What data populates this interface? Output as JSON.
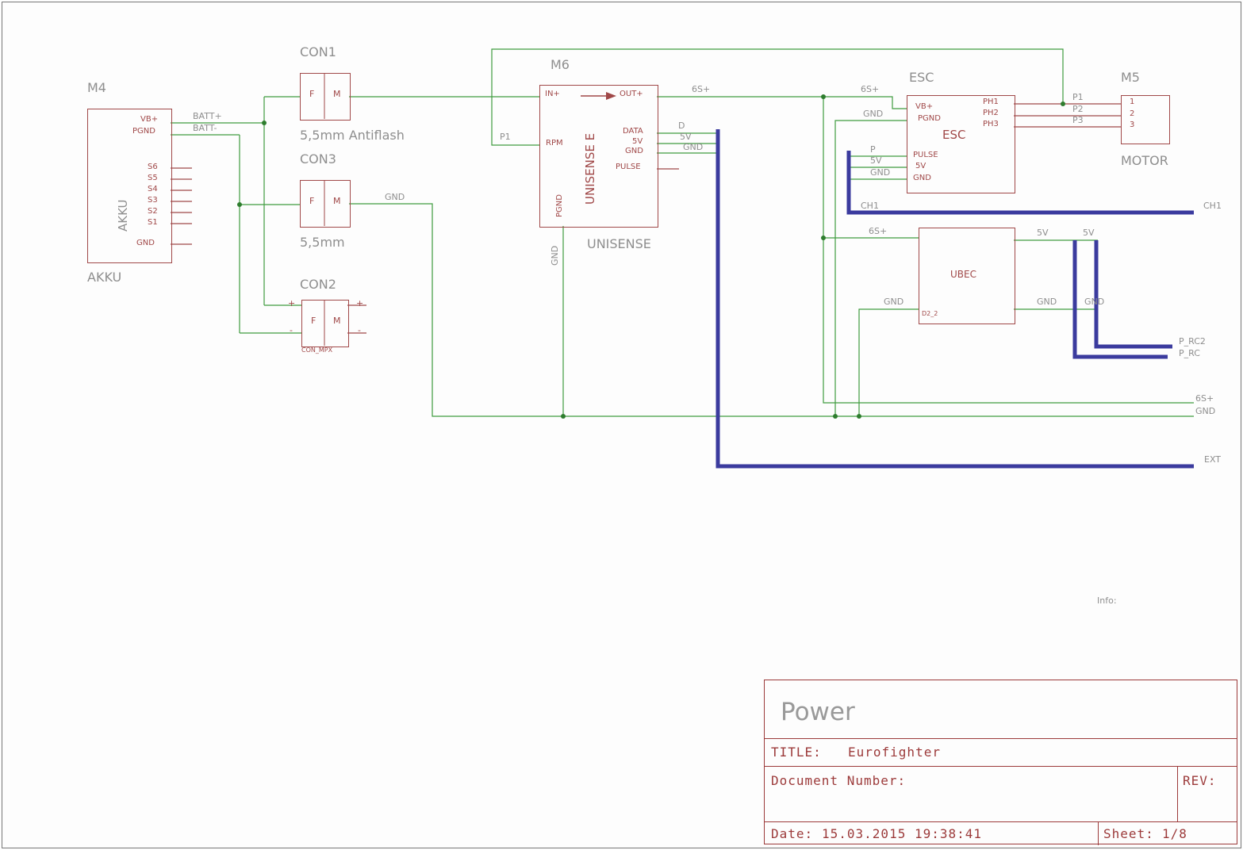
{
  "colors": {
    "wire_green": "#3f9b3f",
    "bus_blue": "#3b3b9e",
    "component_maroon": "#a04848",
    "label_gray": "#8e8e8e",
    "junction_green": "#2e7d2e",
    "frame_maroon": "#9c3a3a"
  },
  "components": {
    "akku": {
      "ref": "M4",
      "name": "AKKU",
      "inner_label": "AKKU",
      "pins": {
        "vb": "VB+",
        "pgnd": "PGND",
        "s6": "S6",
        "s5": "S5",
        "s4": "S4",
        "s3": "S3",
        "s2": "S2",
        "s1": "S1",
        "gnd": "GND"
      }
    },
    "con1": {
      "ref": "CON1",
      "value": "5,5mm Antiflash",
      "f": "F",
      "m": "M"
    },
    "con3": {
      "ref": "CON3",
      "value": "5,5mm",
      "f": "F",
      "m": "M"
    },
    "con2": {
      "ref": "CON2",
      "value": "CON_MPX",
      "f": "F",
      "m": "M",
      "plus": "+",
      "minus": "-"
    },
    "unisense": {
      "ref": "M6",
      "name": "UNISENSE",
      "inner_label": "UNISENSE E",
      "pins": {
        "in": "IN+",
        "out": "OUT+",
        "rpm": "RPM",
        "data": "DATA",
        "v5": "5V",
        "gnd": "GND",
        "pulse": "PULSE",
        "pgnd": "PGND"
      }
    },
    "esc": {
      "ref": "ESC",
      "inner_label": "ESC",
      "pins": {
        "vb": "VB+",
        "pgnd": "PGND",
        "ph1": "PH1",
        "ph2": "PH2",
        "ph3": "PH3",
        "pulse": "PULSE",
        "v5": "5V",
        "gnd": "GND"
      }
    },
    "motor": {
      "ref": "M5",
      "name": "MOTOR",
      "pins": {
        "p1": "1",
        "p2": "2",
        "p3": "3"
      }
    },
    "ubec": {
      "inner_label": "UBEC",
      "sub_label": "D2_2"
    }
  },
  "nets": {
    "batt_plus": "BATT+",
    "batt_minus": "BATT-",
    "gnd": "GND",
    "v5": "5V",
    "s6p": "6S+",
    "p1": "P1",
    "p2": "P2",
    "p3": "P3",
    "p": "P",
    "d": "D",
    "ch1": "CH1",
    "p_rc": "P_RC",
    "p_rc2": "P_RC2",
    "ext": "EXT",
    "info": "Info:"
  },
  "titleblock": {
    "project": "Power",
    "title_label": "TITLE:",
    "title_value": "Eurofighter",
    "doc_label": "Document Number:",
    "rev_label": "REV:",
    "date_label": "Date:",
    "date_value": "15.03.2015 19:38:41",
    "sheet_label": "Sheet:",
    "sheet_value": "1/8"
  }
}
